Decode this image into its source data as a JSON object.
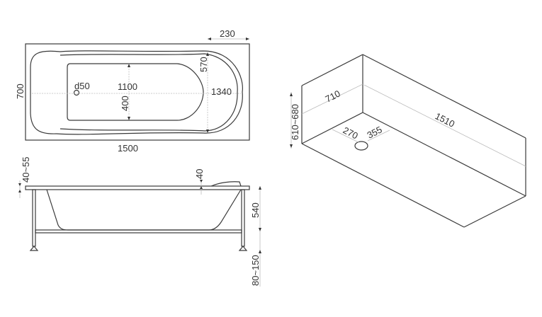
{
  "top_view": {
    "width_label": "700",
    "length_label": "1500",
    "headrest_label": "230",
    "drain_label": "d50",
    "basin_length_label": "1100",
    "basin_width_label": "400",
    "inner_width_label": "570",
    "inner_length_label": "1340"
  },
  "side_view": {
    "rim_label": "40~55",
    "headrest_height_label": "40",
    "depth_label": "540",
    "leg_height_label": "80~150"
  },
  "iso_view": {
    "height_label": "610~680",
    "width_label": "710",
    "length_label": "1510",
    "drain_x_label": "270",
    "drain_y_label": "355"
  },
  "colors": {
    "line": "#3a3a3a",
    "dimension": "#bbbbbb",
    "text": "#333333"
  }
}
